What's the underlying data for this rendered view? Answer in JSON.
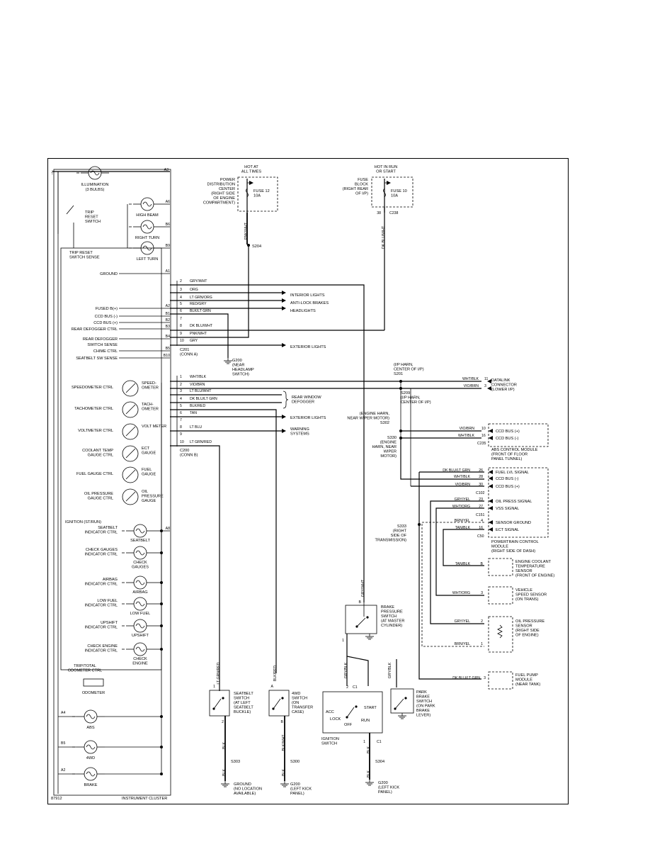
{
  "footer": {
    "figure_id": "87912",
    "title": "INSTRUMENT CLUSTER"
  },
  "cluster": {
    "illumination": "ILLUMINATION",
    "illumination_sub": "(3 BULBS)",
    "trip_reset": [
      "TRIP",
      "RESET",
      "SWITCH"
    ],
    "high_beam": "HIGH BEAM",
    "right_turn": "RIGHT TURN",
    "left_turn": "LEFT TURN",
    "trip_reset_sense": [
      "TRIP RESET",
      "SWITCH SENSE"
    ],
    "ground": "GROUND",
    "inputs": [
      "FUSED B(+)",
      "CCD BUS (-)",
      "CCD BUS (+)",
      "REAR DEFOGGER CTRL",
      "REAR DEFOGGER",
      "SWITCH SENSE",
      "CHIME CTRL",
      "SEATBELT SW SENSE"
    ],
    "pins": {
      "a3": "A3",
      "a6": "A6",
      "b6": "B6",
      "b9": "B9",
      "a1": "A1",
      "a2": "A2",
      "b1": "B1",
      "b2": "B2",
      "b3": "B3",
      "b4": "B4",
      "b5": "B5",
      "b10": "B10",
      "a4": "A4",
      "a8": "A8",
      "b5b": "B5",
      "a2b": "A2"
    },
    "gauges": [
      {
        "label": [
          "SPEEDOMETER CTRL"
        ],
        "name": [
          "SPEED-",
          "OMETER"
        ]
      },
      {
        "label": [
          "TACHOMETER CTRL"
        ],
        "name": [
          "TACH-",
          "OMETER"
        ]
      },
      {
        "label": [
          "VOLTMETER CTRL"
        ],
        "name": [
          "VOLT METER"
        ]
      },
      {
        "label": [
          "COOLANT TEMP",
          "GAUGE CTRL"
        ],
        "name": [
          "ECT",
          "GAUGE"
        ]
      },
      {
        "label": [
          "FUEL GAUGE CTRL"
        ],
        "name": [
          "FUEL",
          "GAUGE"
        ]
      },
      {
        "label": [
          "OIL PRESSURE",
          "GAUGE CTRL"
        ],
        "name": [
          "OIL",
          "PRESSURE",
          "GAUGE"
        ]
      }
    ],
    "ignition": "IGNITION (ST/RUN)",
    "indicators": [
      {
        "label": [
          "SEATBELT",
          "INDICATOR CTRL"
        ],
        "name": [
          "SEATBELT"
        ]
      },
      {
        "label": [
          "CHECK GAUGES",
          "INDICATOR CTRL"
        ],
        "name": [
          "CHECK",
          "GAUGES"
        ]
      },
      {
        "label": [
          "AIRBAG",
          "INDICATOR CTRL"
        ],
        "name": [
          "AIRBAG"
        ]
      },
      {
        "label": [
          "LOW FUEL",
          "INDICATOR CTRL"
        ],
        "name": [
          "LOW FUEL"
        ]
      },
      {
        "label": [
          "UPSHIFT",
          "INDICATOR CTRL"
        ],
        "name": [
          "UPSHIFT"
        ]
      },
      {
        "label": [
          "CHECK ENGINE",
          "INDICATOR CTRL"
        ],
        "name": [
          "CHECK",
          "ENGINE"
        ]
      }
    ],
    "trip_total": [
      "TRIP/TOTAL",
      "ODOMETER CTRL"
    ],
    "odometer": "ODOMETER",
    "abs": "ABS",
    "fourwd": "4WD",
    "brake": "BRAKE"
  },
  "power": {
    "hot_all": [
      "HOT AT",
      "ALL TIMES"
    ],
    "pdc": [
      "POWER",
      "DISTRIBUTION",
      "CENTER",
      "(RIGHT SIDE",
      "OF ENGINE",
      "COMPARTMENT)"
    ],
    "fuse12": [
      "FUSE 12",
      "10A"
    ],
    "hot_run": [
      "HOT IN RUN",
      "OR START"
    ],
    "fuse_block": [
      "FUSE",
      "BLOCK",
      "(RIGHT REAR",
      "OF I/P)"
    ],
    "fuse10": [
      "FUSE 10",
      "10A"
    ],
    "pin38": "38",
    "c238": "C238",
    "pnk_wht": "PNK/WHT",
    "dk_blu_wht": "DK BLU/WHT",
    "s204": "S204"
  },
  "connector_c201": {
    "pins": [
      "2",
      "3",
      "4",
      "5",
      "6",
      "7",
      "8",
      "9",
      "10"
    ],
    "wires": [
      "GRY/WHT",
      "ORG",
      "LT GRN/ORG",
      "RED/GRY",
      "BLK/LT GRN",
      "",
      "DK BLU/WHT",
      "PNK/WHT",
      "GRY"
    ],
    "name": [
      "C201",
      "(CONN A)"
    ],
    "dest": [
      "INTERIOR LIGHTS",
      "ANTI-LOCK BRAKES",
      "HEADLIGHTS",
      "EXTERIOR LIGHTS"
    ],
    "g200": [
      "G200",
      "(NEAR",
      "HEADLAMP",
      "SWITCH)"
    ]
  },
  "connector_c200": {
    "pins": [
      "1",
      "2",
      "3",
      "4",
      "5",
      "6",
      "7",
      "8",
      "9",
      "10"
    ],
    "wires": [
      "WHT/BLK",
      "VIO/BRN",
      "LT BLU/WHT",
      "DK BLU/LT GRN",
      "BLK/RED",
      "TAN",
      "",
      "LT BLU",
      "",
      "LT GRN/RED"
    ],
    "name": [
      "C200",
      "(CONN B)"
    ],
    "dest": [
      "REAR WINDOW",
      "DEFOGGER",
      "EXTERIOR LIGHTS",
      "WARNING",
      "SYSTEMS"
    ]
  },
  "right_side": {
    "ip_harn": [
      "(I/P HARN,",
      "CENTER OF I/P)",
      "S201"
    ],
    "datalink": [
      "DATALINK",
      "CONNECTOR",
      "(LOWER I/P)"
    ],
    "dl_wires": [
      "WHT/BLK",
      "VIO/BRN"
    ],
    "dl_pins": [
      "11",
      "3"
    ],
    "s209": [
      "S209",
      "(I/P HARN,",
      "CENTER OF I/P)"
    ],
    "engine_harn": [
      "(ENGINE HARN,",
      "NEAR WIPER MOTOR)",
      "S302"
    ],
    "s330": [
      "S330",
      "(ENGINE",
      "HARN, NEAR",
      "WIPER",
      "MOTOR)"
    ],
    "abs_wires": [
      "VIO/BRN",
      "WHT/BLK"
    ],
    "abs_pins": [
      "10",
      "16"
    ],
    "abs_labels": [
      "CCD BUS (+)",
      "CCD BUS (-)"
    ],
    "c235": "C235",
    "abs_module": [
      "ABS CONTROL MODULE",
      "(FRONT OF FLOOR",
      "PANEL TUNNEL)"
    ],
    "pcm_wires": [
      "DK BLU/LT GRN",
      "WHT/BLK",
      "VIO/BRN",
      "GRY/YEL",
      "WHT/ORG",
      "BRN/YEL",
      "TAN/BLK"
    ],
    "pcm_pins": [
      "26",
      "28",
      "30",
      "23",
      "27",
      "4",
      "16"
    ],
    "pcm_labels": [
      "FUEL LVL SIGNAL",
      "CCD BUS (-)",
      "CCD BUS (+)",
      "OIL PRESS SIGNAL",
      "VSS SIGNAL",
      "SENSOR GROUND",
      "ECT SIGNAL"
    ],
    "c102": "C102",
    "c151": "C151",
    "c50": "C50",
    "pcm": [
      "POWERTRAIN CONTROL",
      "MODULE",
      "(RIGHT SIDE OF DASH)"
    ],
    "s333": [
      "S333",
      "(RIGHT",
      "SIDE OF",
      "TRANSMISSION)"
    ],
    "ect": [
      "ENGINE COOLANT",
      "TEMPERATURE",
      "SENSOR",
      "(FRONT OF ENGINE)"
    ],
    "ect_wire": "TAN/BLK",
    "ect_pin": "B",
    "vss": [
      "VEHICLE",
      "SPEED SENSOR",
      "(ON TRANS)"
    ],
    "vss_wire": "WHT/ORG",
    "vss_pin": "3",
    "ops": [
      "OIL PRESSURE",
      "SENSOR",
      "(RIGHT SIDE",
      "OF ENGINE)"
    ],
    "ops_wires": [
      "GRY/YEL",
      "BRN/YEL"
    ],
    "ops_pins": [
      "2",
      "1"
    ],
    "fpm": [
      "FUEL PUMP",
      "MODULE",
      "(NEAR TANK)"
    ],
    "fpm_wire": "DK BLU/LT GRN",
    "fpm_pin": "3"
  },
  "bottom": {
    "gry_wht": "GRY/WHT",
    "bps": [
      "BRAKE",
      "PRESSURE",
      "SWITCH",
      "(AT MASTER",
      "CYLINDER)"
    ],
    "bps_pins": [
      "B",
      "1"
    ],
    "sb": [
      "SEATBELT",
      "SWITCH",
      "(AT LEFT",
      "SEATBELT",
      "BUCKLE)"
    ],
    "sb_wire": "LT GRN/RED",
    "sb_pins": [
      "1",
      "2"
    ],
    "fourwd": [
      "4WD",
      "SWITCH",
      "(ON",
      "TRANSFER",
      "CASE)"
    ],
    "fourwd_wire": "BLK/RED",
    "fourwd_pins": [
      "A",
      "B"
    ],
    "ign": [
      "IGNITION",
      "SWITCH"
    ],
    "ign_pos": [
      "ACC",
      "LOCK",
      "OFF",
      "RUN",
      "START"
    ],
    "ign_wire": "GRY/BLK",
    "ign_pins": [
      "2",
      "C1",
      "1",
      "C1"
    ],
    "pbs": [
      "PARK",
      "BRAKE",
      "SWITCH",
      "(ON PARK",
      "BRAKE",
      "LEVER)"
    ],
    "pbs_wire": "GRY/BLK",
    "blk": "BLK",
    "blk_wht": "BLK/WHT",
    "s303": "S303",
    "s300": "S300",
    "s304": "S304",
    "g_no": [
      "GROUND",
      "(NO LOCATION",
      "AVAILABLE)"
    ],
    "g200a": [
      "G200",
      "(LEFT KICK",
      "PANEL)"
    ],
    "g200b": [
      "G200",
      "(LEFT KICK",
      "PANEL)"
    ]
  }
}
